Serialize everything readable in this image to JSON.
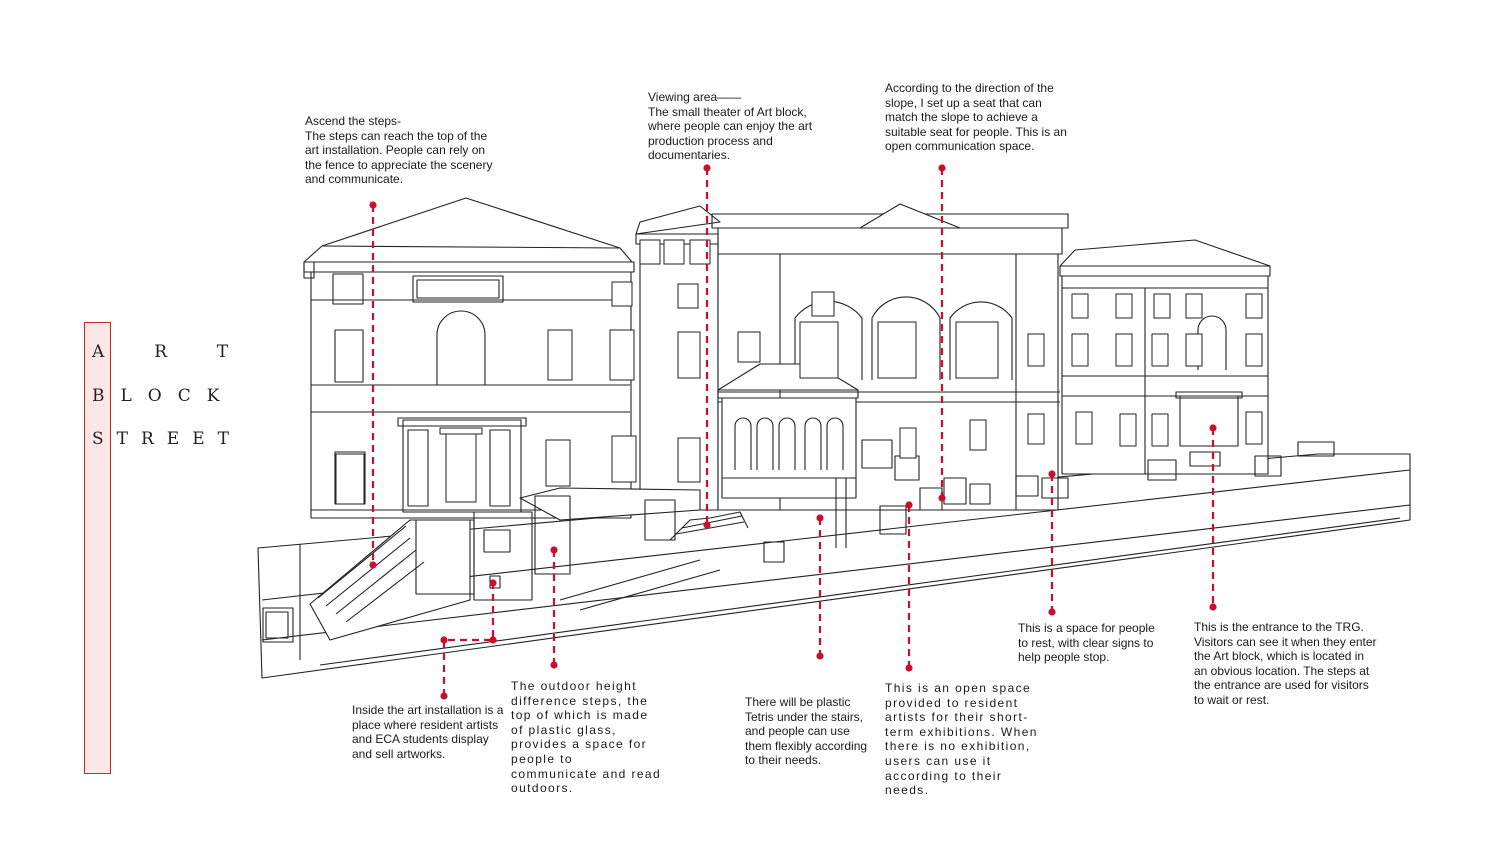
{
  "title": {
    "line1": "ART",
    "line2": "BLOCK",
    "line3": "STREET"
  },
  "colors": {
    "accent": "#c8102e",
    "title_bg": "#fce6e6",
    "line": "#222222"
  },
  "annotations": {
    "steps": {
      "heading": "Ascend the steps-",
      "body": "The steps can reach the top of the art installation. People can rely on the fence to appreciate the scenery and communicate."
    },
    "viewing": {
      "heading": "Viewing area——",
      "body": "The small theater of Art block, where people can enjoy the art production process and documentaries."
    },
    "seat": {
      "body": "According to the direction of the slope, I set up a seat that can match the slope to achieve a suitable seat for people. This is an open communication space."
    },
    "installation": {
      "body": "Inside the art installation is a place where resident artists and ECA students display and sell artworks."
    },
    "outdoor": {
      "body": "The outdoor height difference steps, the top of which is made of plastic glass, provides a space for people to communicate and read outdoors."
    },
    "tetris": {
      "body": "There will be plastic Tetris under the stairs, and people can use them flexibly according to their needs."
    },
    "open_space": {
      "body": "This is an open space provided to resident artists for their short-term exhibitions. When there is no exhibition, users can use it according to their needs."
    },
    "rest": {
      "body": "This is a space for people to rest, with clear signs to help people stop."
    },
    "entrance": {
      "body": "This is the entrance to the TRG. Visitors can see it when they enter the Art block, which is located in an obvious location. The steps at the entrance are used for visitors to wait or rest."
    }
  }
}
